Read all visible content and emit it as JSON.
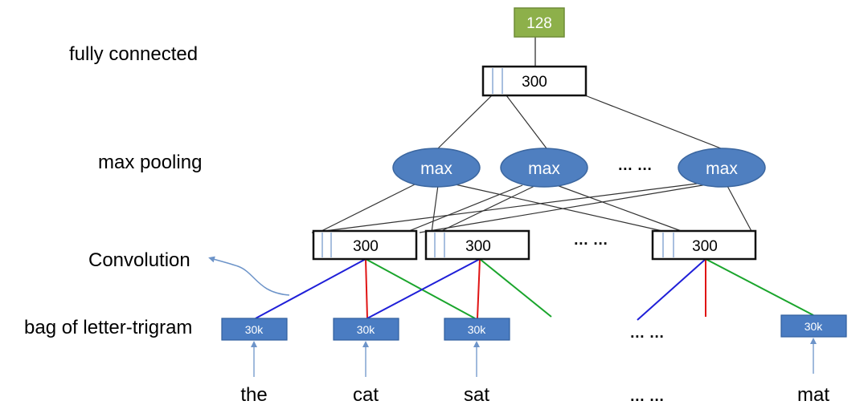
{
  "layers": {
    "fully_connected": "fully connected",
    "max_pooling": "max pooling",
    "convolution": "Convolution",
    "bag_of_letter_trigram": "bag of letter-trigram"
  },
  "output_node": {
    "label": "128",
    "fill": "#8db04a"
  },
  "fc_layer": {
    "label": "300"
  },
  "pool_nodes": [
    {
      "label": "max"
    },
    {
      "label": "max"
    },
    {
      "label": "max"
    }
  ],
  "pool_ellipsis": "… …",
  "conv_nodes": [
    {
      "label": "300"
    },
    {
      "label": "300"
    },
    {
      "label": "300"
    }
  ],
  "conv_ellipsis": "… …",
  "trigram_nodes": [
    {
      "label": "30k"
    },
    {
      "label": "30k"
    },
    {
      "label": "30k"
    },
    {
      "label": "30k"
    }
  ],
  "trigram_ellipsis": "… …",
  "words": [
    "the",
    "cat",
    "sat",
    "mat"
  ],
  "words_ellipsis": "… …",
  "colors": {
    "pool_fill": "#4f7fc0",
    "vector_fill": "#4a7cc2",
    "filter_blue": "#1f1fd8",
    "filter_red": "#e01414",
    "filter_green": "#1aa52c",
    "arrow": "#6d94c9"
  }
}
